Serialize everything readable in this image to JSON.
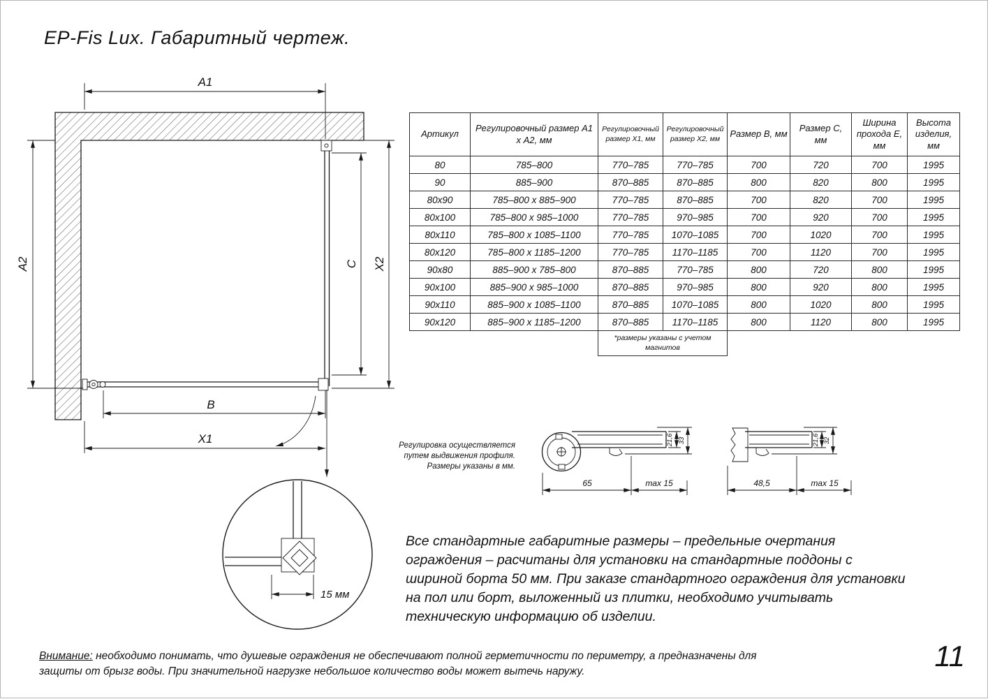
{
  "page": {
    "title": "EP-Fis Lux. Габаритный чертеж.",
    "number": "11"
  },
  "drawing": {
    "dim_a1": "A1",
    "dim_a2": "A2",
    "dim_b": "B",
    "dim_c": "C",
    "dim_x1": "X1",
    "dim_x2": "X2",
    "detail_dim": "15 мм"
  },
  "table": {
    "headers": [
      "Артикул",
      "Регулировочный размер A1 х A2, мм",
      "Регулировочный размер X1, мм",
      "Регулировочный размер X2, мм",
      "Размер B, мм",
      "Размер C, мм",
      "Ширина прохода E, мм",
      "Высота изделия, мм"
    ],
    "rows": [
      [
        "80",
        "785–800",
        "770–785",
        "770–785",
        "700",
        "720",
        "700",
        "1995"
      ],
      [
        "90",
        "885–900",
        "870–885",
        "870–885",
        "800",
        "820",
        "800",
        "1995"
      ],
      [
        "80x90",
        "785–800 x 885–900",
        "770–785",
        "870–885",
        "700",
        "820",
        "700",
        "1995"
      ],
      [
        "80x100",
        "785–800 x 985–1000",
        "770–785",
        "970–985",
        "700",
        "920",
        "700",
        "1995"
      ],
      [
        "80x110",
        "785–800 x 1085–1100",
        "770–785",
        "1070–1085",
        "700",
        "1020",
        "700",
        "1995"
      ],
      [
        "80x120",
        "785–800 x 1185–1200",
        "770–785",
        "1170–1185",
        "700",
        "1120",
        "700",
        "1995"
      ],
      [
        "90x80",
        "885–900 x 785–800",
        "870–885",
        "770–785",
        "800",
        "720",
        "800",
        "1995"
      ],
      [
        "90x100",
        "885–900 x 985–1000",
        "870–885",
        "970–985",
        "800",
        "920",
        "800",
        "1995"
      ],
      [
        "90x110",
        "885–900 x 1085–1100",
        "870–885",
        "1070–1085",
        "800",
        "1020",
        "800",
        "1995"
      ],
      [
        "90x120",
        "885–900 x 1185–1200",
        "870–885",
        "1170–1185",
        "800",
        "1120",
        "800",
        "1995"
      ]
    ],
    "footnote": "*размеры указаны с учетом магнитов"
  },
  "profiles": {
    "note_lines": [
      "Регулировка осуществляется",
      "путем выдвижения профиля.",
      "Размеры указаны в мм."
    ],
    "left": {
      "width": "65",
      "max": "max 15",
      "height_inner": "21,6",
      "height_total": "33"
    },
    "right": {
      "width": "48,5",
      "max": "max 15",
      "height_inner": "21,6",
      "height_total": "32"
    }
  },
  "paragraph": "Все стандартные габаритные размеры – предельные очертания ограждения – расчитаны для установки на стандартные поддоны с шириной борта 50 мм. При заказе стандартного ограждения для установки на пол или борт, выложенный из плитки, необходимо учитывать техническую информацию об изделии.",
  "warning": {
    "label": "Внимание:",
    "text": "необходимо понимать, что душевые ограждения не обеспечивают полной герметичности по периметру, а предназначены для защиты от брызг воды. При значительной нагрузке небольшое количество воды может вытечь наружу."
  }
}
